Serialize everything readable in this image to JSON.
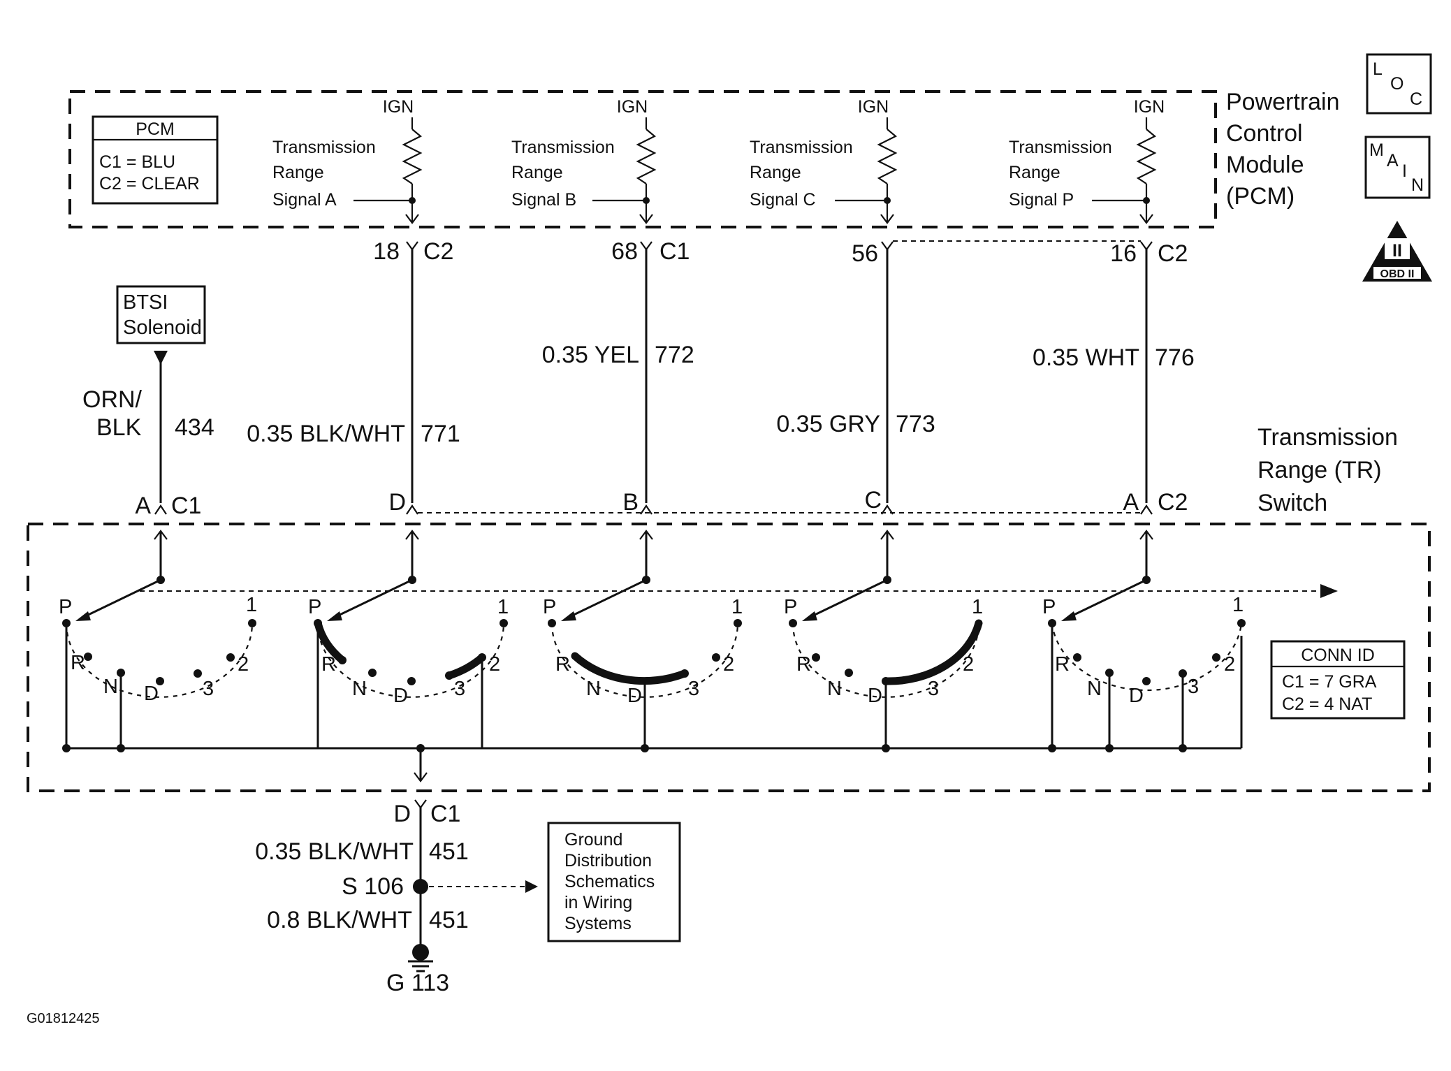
{
  "figure_id": "G01812425",
  "pcm": {
    "name": "Powertrain Control Module (PCM)",
    "name_lines": [
      "Powertrain",
      "Control",
      "Module",
      "(PCM)"
    ],
    "legend_title": "PCM",
    "legend_c1": "C1 = BLU",
    "legend_c2": "C2 = CLEAR",
    "ign": "IGN",
    "signals": [
      {
        "lines": [
          "Transmission",
          "Range",
          "Signal A"
        ]
      },
      {
        "lines": [
          "Transmission",
          "Range",
          "Signal B"
        ]
      },
      {
        "lines": [
          "Transmission",
          "Range",
          "Signal C"
        ]
      },
      {
        "lines": [
          "Transmission",
          "Range",
          "Signal P"
        ]
      }
    ]
  },
  "pcm_pins": [
    {
      "pin": "18",
      "conn": "C2"
    },
    {
      "pin": "68",
      "conn": "C1"
    },
    {
      "pin": "56",
      "conn": ""
    },
    {
      "pin": "16",
      "conn": "C2"
    }
  ],
  "wires": [
    {
      "label": "0.35 BLK/WHT",
      "circuit": "771"
    },
    {
      "label": "0.35 YEL",
      "circuit": "772"
    },
    {
      "label": "0.35 GRY",
      "circuit": "773"
    },
    {
      "label": "0.35 WHT",
      "circuit": "776"
    }
  ],
  "btsi": {
    "lines": [
      "BTSI",
      "Solenoid"
    ],
    "wire_lines": [
      "ORN/",
      "BLK"
    ],
    "circuit": "434"
  },
  "tr_switch": {
    "name_lines": [
      "Transmission",
      "Range (TR)",
      "Switch"
    ],
    "connectors": [
      {
        "pin": "A",
        "conn": "C1"
      },
      {
        "pin": "D",
        "conn": ""
      },
      {
        "pin": "B",
        "conn": ""
      },
      {
        "pin": "C",
        "conn": ""
      },
      {
        "pin": "A",
        "conn": "C2"
      }
    ],
    "positions": [
      "P",
      "R",
      "N",
      "D",
      "3",
      "2",
      "1"
    ],
    "conn_id_title": "CONN ID",
    "conn_id_c1": "C1 = 7 GRA",
    "conn_id_c2": "C2 = 4 NAT"
  },
  "ground": {
    "connector": {
      "pin": "D",
      "conn": "C1"
    },
    "wire1": {
      "label": "0.35 BLK/WHT",
      "circuit": "451"
    },
    "splice": "S 106",
    "wire2": {
      "label": "0.8 BLK/WHT",
      "circuit": "451"
    },
    "ground": "G 113",
    "ref_lines": [
      "Ground",
      "Distribution",
      "Schematics",
      "in Wiring",
      "Systems"
    ]
  },
  "icons": {
    "loc": [
      "L",
      "O",
      "C"
    ],
    "main": [
      "M",
      "A",
      "I",
      "N"
    ],
    "obd": {
      "top": "II",
      "bottom": "OBD II"
    }
  }
}
